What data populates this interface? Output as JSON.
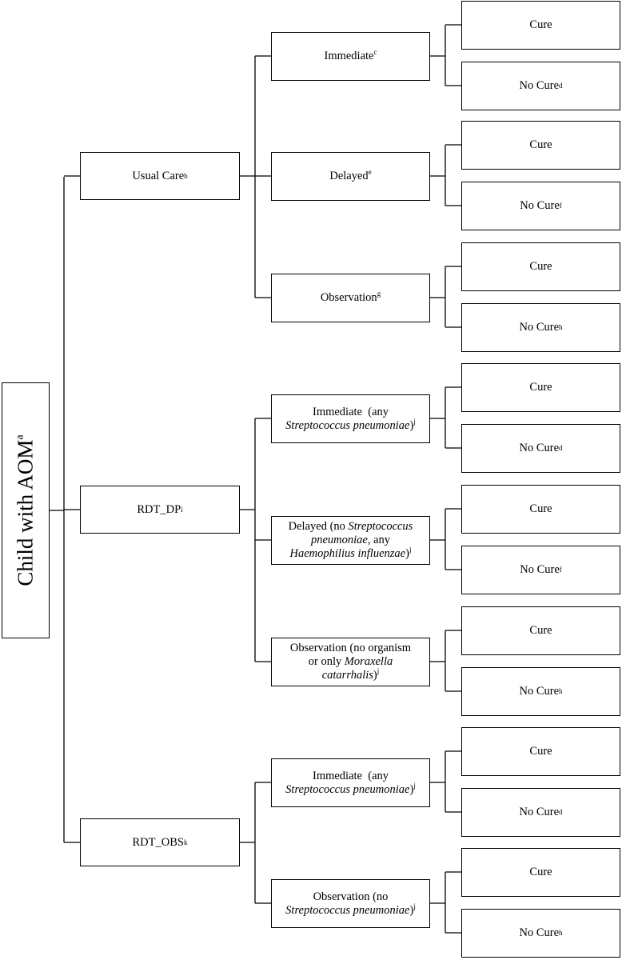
{
  "root": {
    "label": "Child with AOM",
    "sup": "a"
  },
  "branches": [
    {
      "label": "Usual Care",
      "sup": "b",
      "decisions": [
        {
          "lines": [
            [
              {
                "t": "Immediate"
              },
              {
                "sup": "c"
              }
            ]
          ],
          "outcomes": [
            {
              "label": "Cure",
              "sup": ""
            },
            {
              "label": "No Cure",
              "sup": "d"
            }
          ]
        },
        {
          "lines": [
            [
              {
                "t": "Delayed"
              },
              {
                "sup": "e"
              }
            ]
          ],
          "outcomes": [
            {
              "label": "Cure",
              "sup": ""
            },
            {
              "label": "No Cure",
              "sup": "f"
            }
          ]
        },
        {
          "lines": [
            [
              {
                "t": "Observation"
              },
              {
                "sup": "g"
              }
            ]
          ],
          "outcomes": [
            {
              "label": "Cure",
              "sup": ""
            },
            {
              "label": "No Cure",
              "sup": "h"
            }
          ]
        }
      ]
    },
    {
      "label": "RDT_DP",
      "sup": "i",
      "decisions": [
        {
          "lines": [
            [
              {
                "t": "Immediate  (any"
              }
            ],
            [
              {
                "i": "Streptococcus pneumoniae"
              },
              {
                "t": ")"
              },
              {
                "sup": "j"
              }
            ]
          ],
          "outcomes": [
            {
              "label": "Cure",
              "sup": ""
            },
            {
              "label": "No Cure",
              "sup": "d"
            }
          ]
        },
        {
          "lines": [
            [
              {
                "t": "Delayed (no "
              },
              {
                "i": "Streptococcus"
              }
            ],
            [
              {
                "i": "pneumoniae"
              },
              {
                "t": ", any"
              }
            ],
            [
              {
                "i": "Haemophilius influenzae"
              },
              {
                "t": ")"
              },
              {
                "sup": "j"
              }
            ]
          ],
          "outcomes": [
            {
              "label": "Cure",
              "sup": ""
            },
            {
              "label": "No Cure",
              "sup": "f"
            }
          ]
        },
        {
          "lines": [
            [
              {
                "t": "Observation (no organism"
              }
            ],
            [
              {
                "t": "or only "
              },
              {
                "i": "Moraxella"
              }
            ],
            [
              {
                "i": "catarrhalis"
              },
              {
                "t": ")"
              },
              {
                "sup": "j"
              }
            ]
          ],
          "outcomes": [
            {
              "label": "Cure",
              "sup": ""
            },
            {
              "label": "No Cure",
              "sup": "h"
            }
          ]
        }
      ]
    },
    {
      "label": "RDT_OBS",
      "sup": "k",
      "decisions": [
        {
          "lines": [
            [
              {
                "t": "Immediate  (any"
              }
            ],
            [
              {
                "i": "Streptococcus pneumoniae"
              },
              {
                "t": ")"
              },
              {
                "sup": "j"
              }
            ]
          ],
          "outcomes": [
            {
              "label": "Cure",
              "sup": ""
            },
            {
              "label": "No Cure",
              "sup": "d"
            }
          ]
        },
        {
          "lines": [
            [
              {
                "t": "Observation (no"
              }
            ],
            [
              {
                "i": "Streptococcus pneumoniae"
              },
              {
                "t": ")"
              },
              {
                "sup": "j"
              }
            ]
          ],
          "outcomes": [
            {
              "label": "Cure",
              "sup": ""
            },
            {
              "label": "No Cure",
              "sup": "h"
            }
          ]
        }
      ]
    }
  ]
}
